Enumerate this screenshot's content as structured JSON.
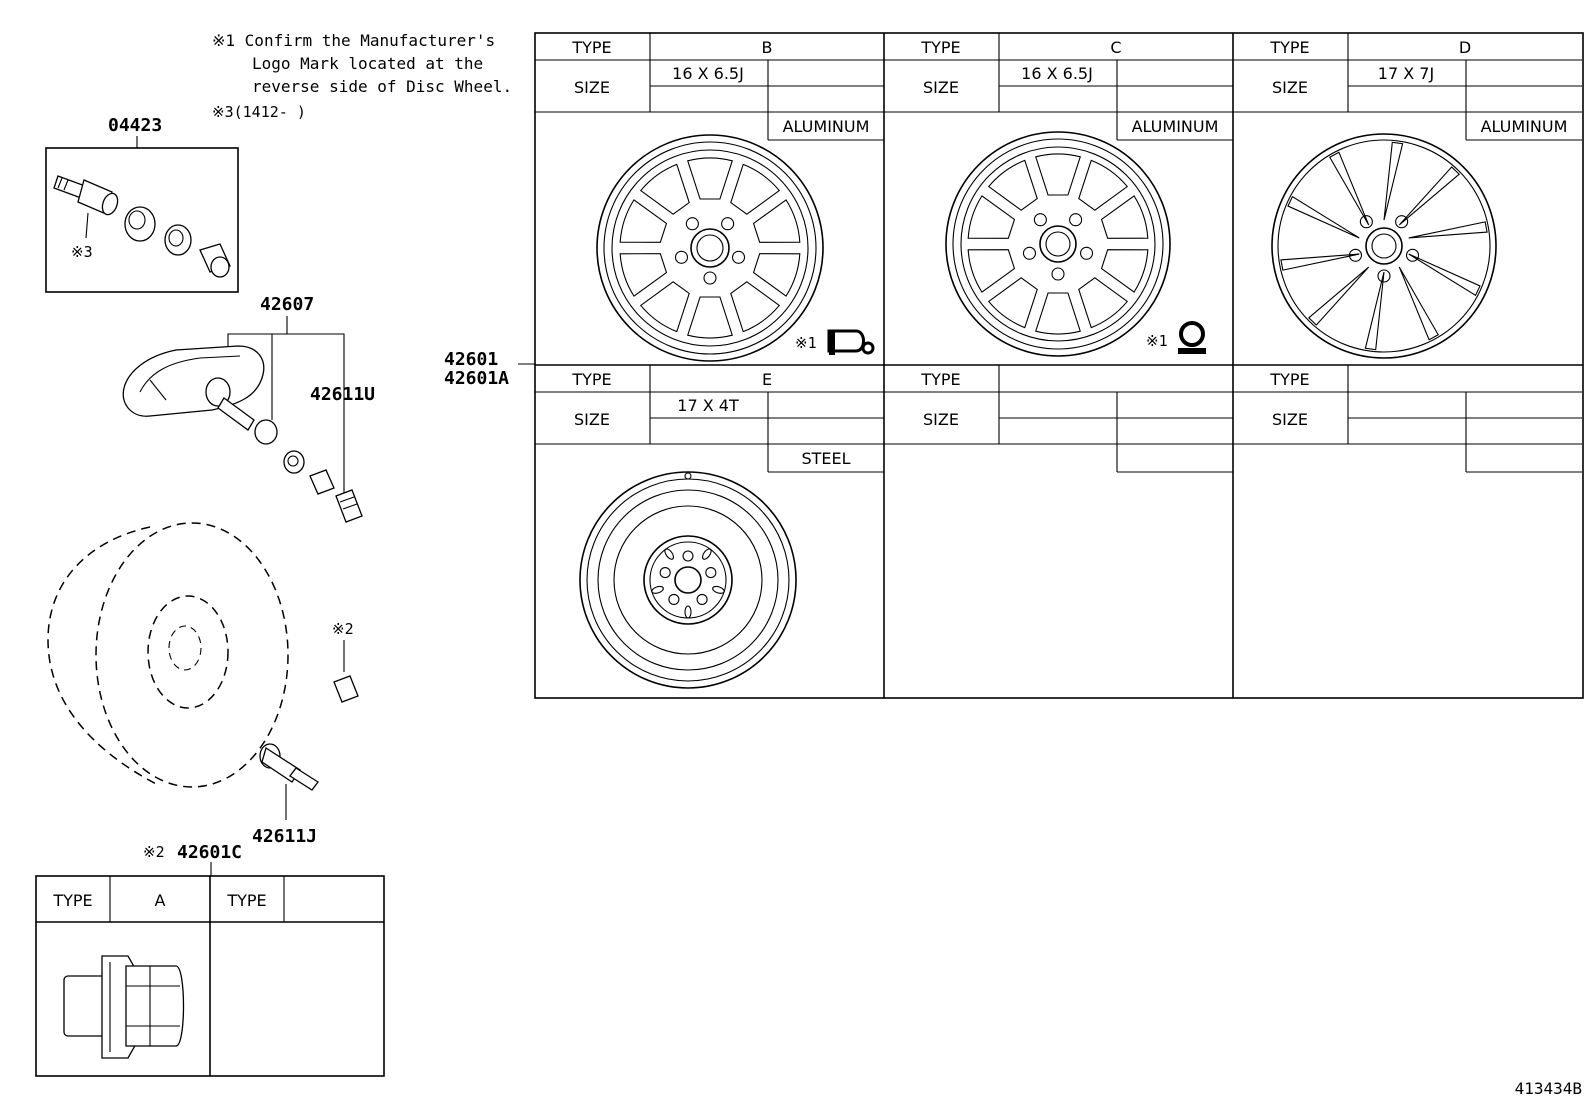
{
  "notes": {
    "note1_line1": "※1 Confirm the Manufacturer's",
    "note1_line2": "Logo Mark located at the",
    "note1_line3": "reverse side of Disc Wheel.",
    "note3": "※3(1412-     )"
  },
  "parts": {
    "valve_kit": "04423",
    "sensor": "42607",
    "valve_u": "42611U",
    "valve_j": "42611J",
    "wheel_1": "42601",
    "wheel_2": "42601A",
    "nut_prefix": "※2",
    "nut": "42601C"
  },
  "markers": {
    "m3": "※3",
    "m2": "※2",
    "m1_b": "※1",
    "m1_c": "※1"
  },
  "wheel_table": {
    "type_label": "TYPE",
    "size_label": "SIZE",
    "cells": [
      {
        "type": "B",
        "size": "16 X 6.5J",
        "material": "ALUMINUM"
      },
      {
        "type": "C",
        "size": "16 X 6.5J",
        "material": "ALUMINUM"
      },
      {
        "type": "D",
        "size": "17 X 7J",
        "material": "ALUMINUM"
      },
      {
        "type": "E",
        "size": "17 X 4T",
        "material": "STEEL"
      },
      {
        "type": "",
        "size": "",
        "material": ""
      },
      {
        "type": "",
        "size": "",
        "material": ""
      }
    ]
  },
  "nut_table": {
    "type_label_1": "TYPE",
    "type_value_1": "A",
    "type_label_2": "TYPE",
    "type_value_2": ""
  },
  "figure_id": "413434B"
}
